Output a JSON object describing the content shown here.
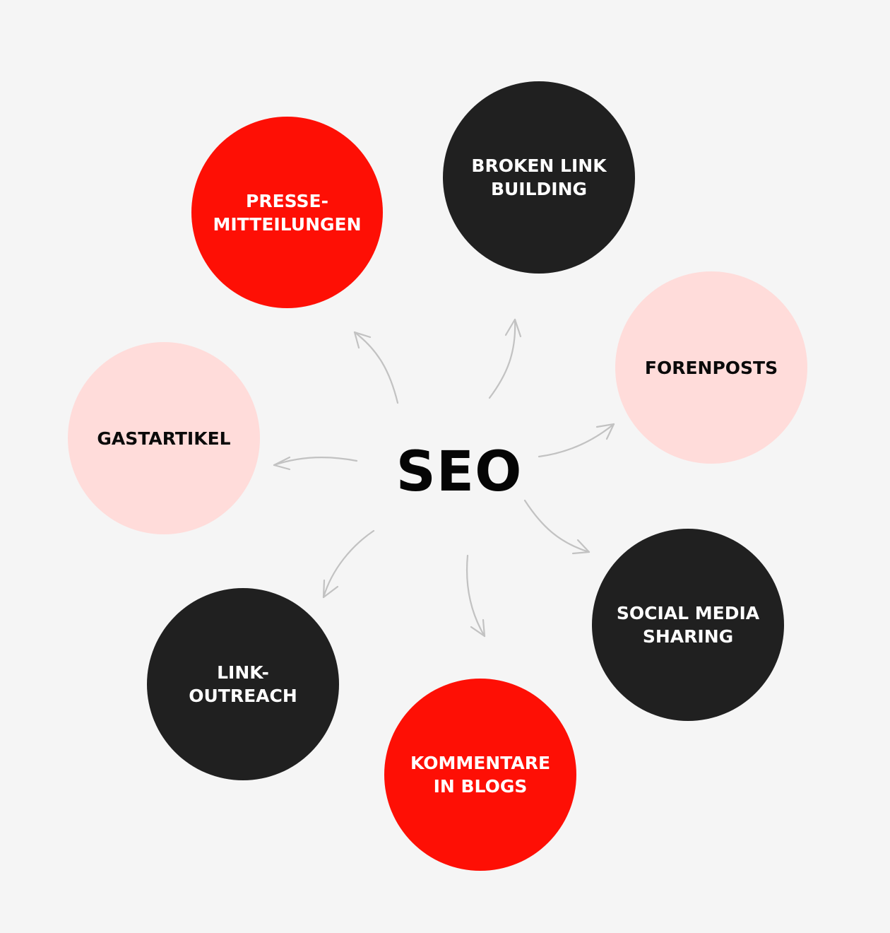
{
  "center": {
    "label": "SEO"
  },
  "colors": {
    "red": "#fe0f05",
    "dark": "#202020",
    "light": "#ffdcda",
    "background": "#f5f5f5",
    "arrow": "#c2c2c2"
  },
  "nodes": [
    {
      "label": "PRESSE-\nMITTEILUNGEN",
      "theme": "red"
    },
    {
      "label": "BROKEN LINK\nBUILDING",
      "theme": "dark"
    },
    {
      "label": "FORENPOSTS",
      "theme": "light"
    },
    {
      "label": "SOCIAL MEDIA\nSHARING",
      "theme": "dark"
    },
    {
      "label": "KOMMENTARE\nIN BLOGS",
      "theme": "red"
    },
    {
      "label": "LINK-\nOUTREACH",
      "theme": "dark"
    },
    {
      "label": "GASTARTIKEL",
      "theme": "light"
    }
  ]
}
